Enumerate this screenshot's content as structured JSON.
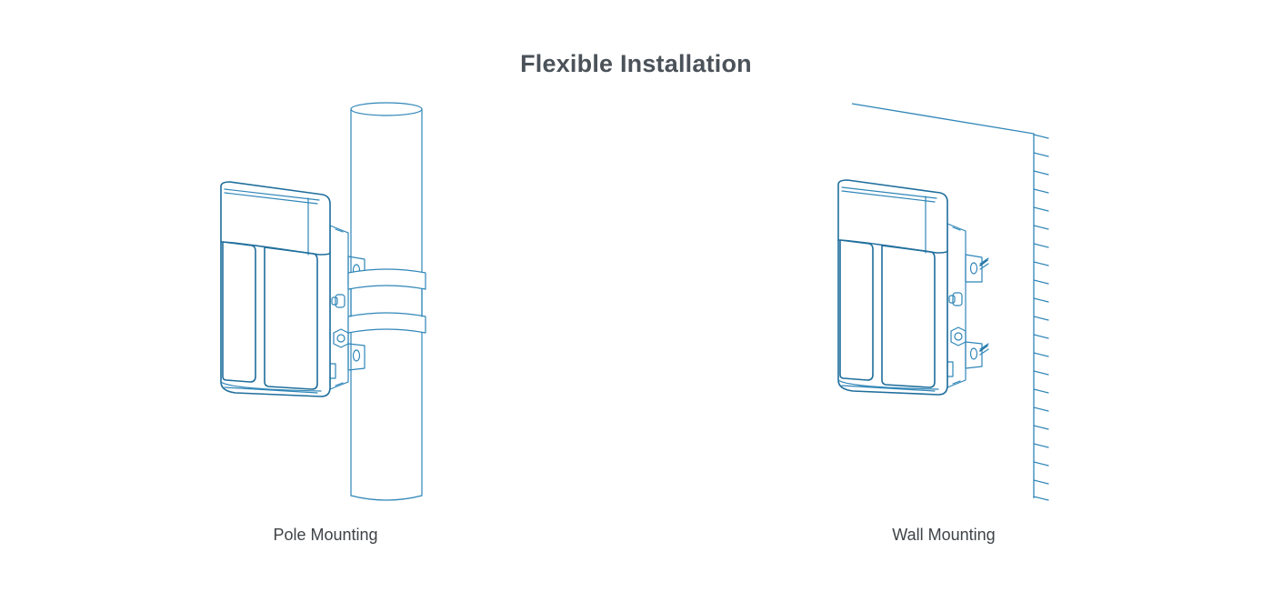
{
  "title": "Flexible Installation",
  "figures": [
    {
      "id": "pole",
      "caption": "Pole Mounting",
      "icon": "pole-mounted-gateway-illustration"
    },
    {
      "id": "wall",
      "caption": "Wall Mounting",
      "icon": "wall-mounted-gateway-illustration"
    }
  ],
  "colors": {
    "line": "#2f86b8",
    "line_dark": "#1f6e9c",
    "title": "#4b5259",
    "caption": "#3f4347"
  }
}
